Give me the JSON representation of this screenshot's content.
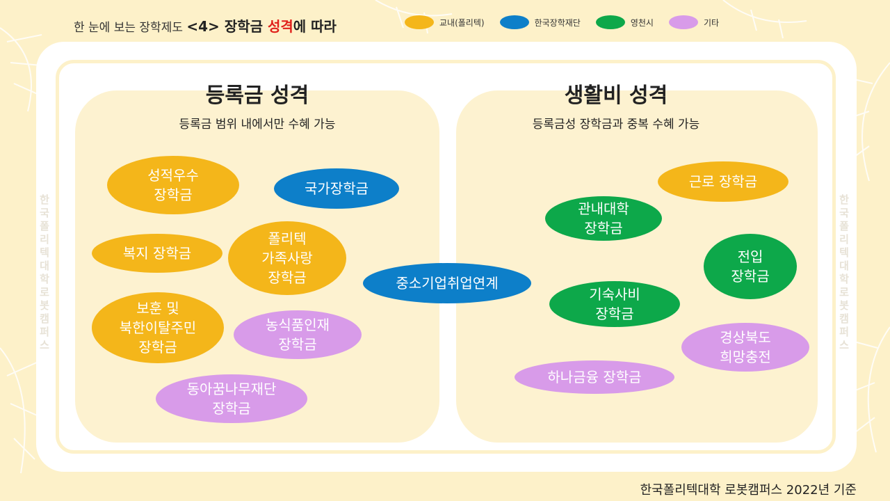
{
  "header": {
    "title_prefix": "한 눈에 보는 장학제도 ",
    "title_number": "<4>",
    "title_mid": " 장학금 ",
    "title_highlight": "성격",
    "title_suffix": "에 따라"
  },
  "legend": [
    {
      "label": "교내(폴리텍)",
      "color": "#f4b61a"
    },
    {
      "label": "한국장학재단",
      "color": "#0d7fc9"
    },
    {
      "label": "영천시",
      "color": "#0da84a"
    },
    {
      "label": "기타",
      "color": "#d89be9"
    }
  ],
  "left_panel": {
    "title": "등록금 성격",
    "description": "등록금 범위 내에서만 수혜 가능"
  },
  "right_panel": {
    "title": "생활비 성격",
    "description": "등록금성 장학금과 중복 수혜 가능"
  },
  "scholarships": {
    "merit": "성적우수\n장학금",
    "national": "국가장학금",
    "welfare": "복지 장학금",
    "polytech_family": "폴리텍\n가족사랑\n장학금",
    "sme_employment": "중소기업취업연계",
    "veterans_defectors": "보훈 및\n북한이탈주민\n장학금",
    "agrifood": "농식품인재\n장학금",
    "dongaggum": "동아꿈나무재단\n장학금",
    "work": "근로 장학금",
    "in_school": "관내대학\n장학금",
    "transfer": "전입\n장학금",
    "dormitory": "기숙사비\n장학금",
    "gyeongbuk_hope": "경상북도\n희망충전",
    "hana": "하나금융 장학금"
  },
  "side_text": "한국폴리텍대학로봇캠퍼스",
  "footer": "한국폴리텍대학 로봇캠퍼스 2022년 기준"
}
